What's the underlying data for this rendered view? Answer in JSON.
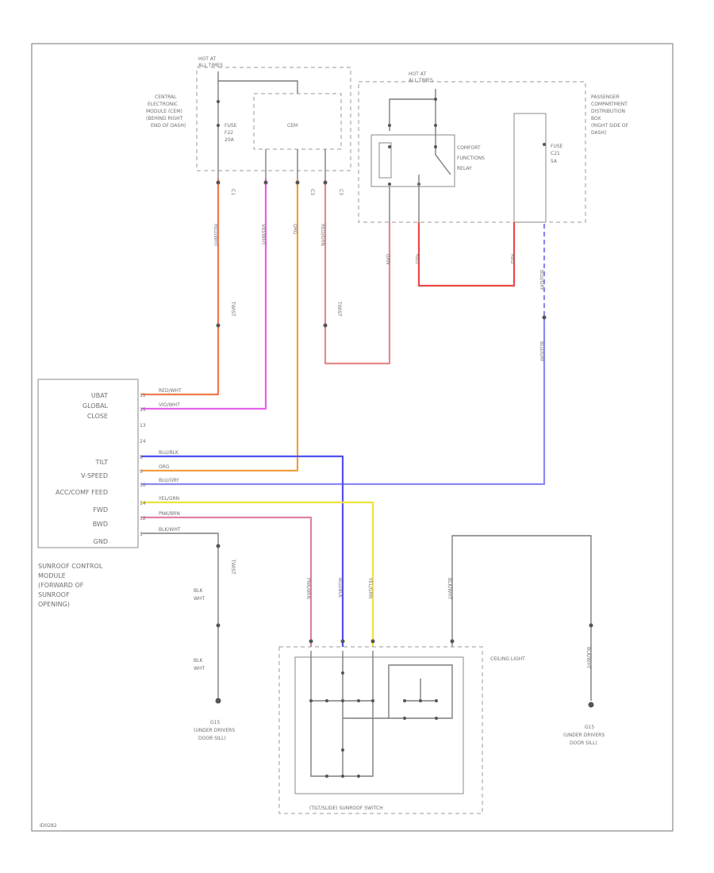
{
  "top": {
    "hot_at_left": [
      "HOT AT",
      "ALL TIMES"
    ],
    "cem": [
      "CENTRAL",
      "ELECTRONIC",
      "MODULE (CEM)",
      "(BEHIND RIGHT",
      "END OF DASH)"
    ],
    "cem_inner": "CEM",
    "fuse_left": [
      "FUSE",
      "F22",
      "20A"
    ],
    "hot_at_right": [
      "HOT AT",
      "ALL TIMES"
    ],
    "relay": [
      "COMFORT",
      "FUNCTIONS",
      "RELAY"
    ],
    "fuse_right": [
      "FUSE",
      "C21",
      "5A"
    ],
    "pcdb": [
      "PASSENGER",
      "COMPARTMENT",
      "DISTRIBUTION",
      "BOX",
      "(RIGHT SIDE OF",
      "DASH)"
    ],
    "conn_small": [
      "C1",
      "C3",
      "C3"
    ],
    "twist1": "TWIST",
    "twist2": "TWIST",
    "wire_top": [
      "RED/WHT",
      "VIO/WHT",
      "ORG",
      "RED/GRN",
      "GRN",
      "RED",
      "RED",
      "BLU/GRY",
      "BLU/GRY"
    ]
  },
  "module": {
    "pins": [
      "UBAT",
      "GLOBAL",
      "CLOSE",
      "",
      "TILT",
      "V-SPEED",
      "ACC/COMF FEED",
      "FWD",
      "BWD",
      "GND"
    ],
    "pin_nums": [
      "11",
      "15",
      "13",
      "24",
      "8",
      "9",
      "10",
      "14",
      "12",
      "1"
    ],
    "wires": [
      "RED/WHT",
      "VIO/WHT",
      "",
      "",
      "BLU/BLK",
      "ORG",
      "BLU/GRY",
      "YEL/GRN",
      "PNK/BRN",
      "BLK/WHT"
    ],
    "label": [
      "SUNROOF CONTROL",
      "MODULE",
      "(FORWARD OF",
      "SUNROOF",
      "OPENING)"
    ]
  },
  "bottom": {
    "twist3": "TWIST",
    "gnd_wire1": [
      "BLK",
      "WHT"
    ],
    "gnd_wire2": [
      "BLK",
      "WHT"
    ],
    "ground_left": [
      "G15",
      "(UNDER DRIVERS",
      "DOOR SILL)"
    ],
    "ground_right": [
      "G15",
      "(UNDER DRIVERS",
      "DOOR SILL)"
    ],
    "ceiling_light": "CEILING LIGHT",
    "switch": "(TILT/SLIDE) SUNROOF SWITCH",
    "vert_wires": [
      "PNK/BRN",
      "BLU/BLK",
      "YEL/GRN",
      "BLK/WHT",
      "BLK/WHT"
    ]
  },
  "footer": "ID0282",
  "colors": {
    "red_wht": "#f07850",
    "vio_wht": "#e860e8",
    "orange": "#f0a040",
    "red_grn": "#e68a8a",
    "gray_wire": "#b8a8a8",
    "red": "#e84848",
    "blue": "#5050f0",
    "blu_gry": "#8a8af0",
    "yellow": "#f0e040",
    "pink": "#e080a8",
    "ground": "#707070"
  }
}
